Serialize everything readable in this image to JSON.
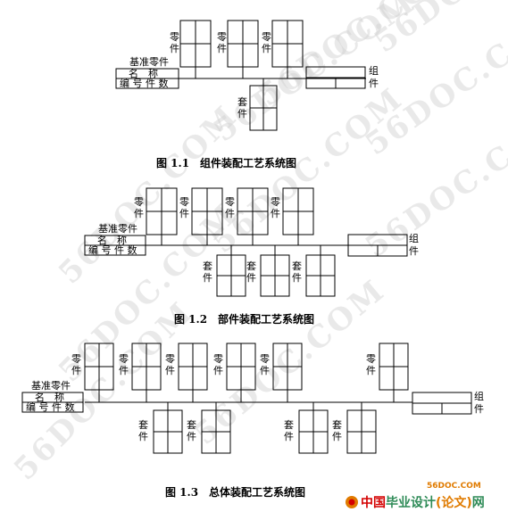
{
  "watermark_text": "56DOC.COM",
  "labels": {
    "ling": "零",
    "jian": "件",
    "tao": "套",
    "zu": "组",
    "base_part": "基准零件",
    "name_row": "名　称",
    "number_row": "编 号 件 数"
  },
  "captions": {
    "fig1": "图 1.1　组件装配工艺系统图",
    "fig2": "图 1.2　部件装配工艺系统图",
    "fig3": "图 1.3　总体装配工艺系统图"
  },
  "logo": {
    "url_text": "56DOC.COM",
    "brand_red": "中国",
    "brand_main": "毕业设计",
    "brand_paren": "(论文)",
    "brand_tail": "网"
  },
  "colors": {
    "line": "#000000",
    "watermark": "#cfcfcf",
    "logo_orange": "#e07b00",
    "logo_red": "#d40000",
    "logo_green": "#2e8b57"
  }
}
